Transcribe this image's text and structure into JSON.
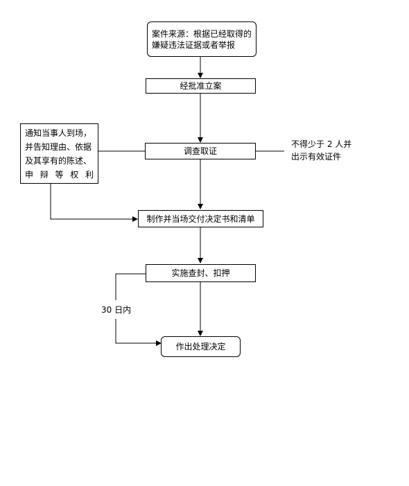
{
  "nodes": {
    "source_line1": "案件来源：根据已经取得的",
    "source_line2": "嫌疑违法证据或者举报",
    "approve": "经批准立案",
    "investigate": "调查取证",
    "notify_line1": "通知当事人到场，",
    "notify_line2": "并告知理由、依据",
    "notify_line3": "及其享有的陈述、",
    "notify_line4_chars": [
      "申",
      "辩",
      "等",
      "权",
      "利"
    ],
    "decision_doc": "制作并当场交付决定书和清单",
    "seize": "实施查封、扣押",
    "final": "作出处理决定"
  },
  "labels": {
    "staff_line1": "不得少于 2 人并",
    "staff_line2": "出示有效证件",
    "days": "30 日内"
  }
}
